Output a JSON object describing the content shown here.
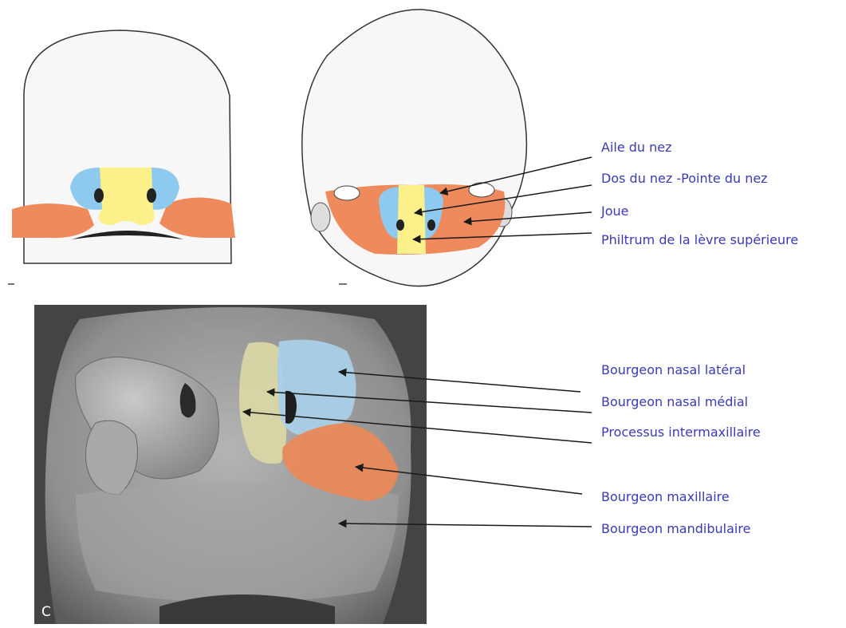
{
  "colors": {
    "label_text": "#3a3ab8",
    "arrow": "#1a1a1a",
    "nose_wing": "#8ec9ef",
    "nose_bridge": "#fbf08a",
    "cheek": "#ef8a5c",
    "lateral_nasal": "#a9cfe8",
    "intermaxillary": "#d9d6a4",
    "maxillary": "#e8895a",
    "sem_background": "#8c8c8c"
  },
  "adult_labels": [
    "Aile du nez",
    "Dos du nez -Pointe du nez",
    "Joue",
    "Philtrum de la lèvre supérieure"
  ],
  "embryo_labels": [
    "Bourgeon nasal latéral",
    "Bourgeon nasal médial",
    "Processus intermaxillaire",
    "Bourgeon maxillaire",
    "Bourgeon mandibulaire"
  ],
  "panel_letter": "C"
}
